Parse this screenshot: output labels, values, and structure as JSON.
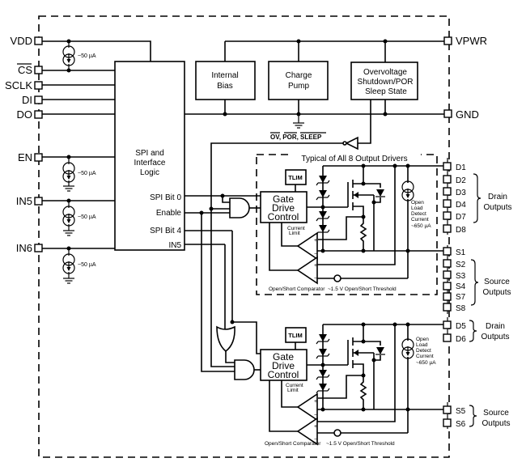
{
  "diagram": {
    "title": "Block diagram",
    "left_pins": [
      {
        "id": "vdd",
        "label": "VDD"
      },
      {
        "id": "cs",
        "label": "CS",
        "overbar": true
      },
      {
        "id": "sclk",
        "label": "SCLK"
      },
      {
        "id": "di",
        "label": "DI"
      },
      {
        "id": "do",
        "label": "DO"
      },
      {
        "id": "en",
        "label": "EN"
      },
      {
        "id": "in5",
        "label": "IN5"
      },
      {
        "id": "in6",
        "label": "IN6"
      }
    ],
    "right_pins": {
      "vpwr": "VPWR",
      "gnd": "GND",
      "drain_top": [
        "D1",
        "D2",
        "D3",
        "D4",
        "D7",
        "D8"
      ],
      "source_top": [
        "S1",
        "S2",
        "S3",
        "S4",
        "S7",
        "S8"
      ],
      "drain_bottom": [
        "D5",
        "D6"
      ],
      "source_bottom": [
        "S5",
        "S6"
      ]
    },
    "group_labels": {
      "drain_outputs_line1": "Drain",
      "drain_outputs_line2": "Outputs",
      "source_outputs_line1": "Source",
      "source_outputs_line2": "Outputs"
    },
    "current_sources": {
      "pull_current": "~50 µA",
      "open_load_line1": "Open",
      "open_load_line2": "Load",
      "open_load_line3": "Detect",
      "open_load_line4": "Current",
      "open_load_line5": "~650 µA"
    },
    "blocks": {
      "spi_line1": "SPI and",
      "spi_line2": "Interface",
      "spi_line3": "Logic",
      "spi_bit0": "SPI Bit 0",
      "enable": "Enable",
      "spi_bit4": "SPI Bit 4",
      "in5_out": "IN5",
      "bias_line1": "Internal",
      "bias_line2": "Bias",
      "pump_line1": "Charge",
      "pump_line2": "Pump",
      "ov_line1": "Overvoltage",
      "ov_line2": "Shutdown/POR",
      "ov_line3": "Sleep State",
      "ov_signals": "OV, POR, SLEEP",
      "gate_line1": "Gate",
      "gate_line2": "Drive",
      "gate_line3": "Control",
      "tlim": "TLIM",
      "current_limit_line1": "Current",
      "current_limit_line2": "Limit",
      "comparator": "Open/Short Comparator",
      "threshold": "~1.5 V Open/Short Threshold",
      "typical": "Typical of All 8 Output Drivers"
    }
  }
}
